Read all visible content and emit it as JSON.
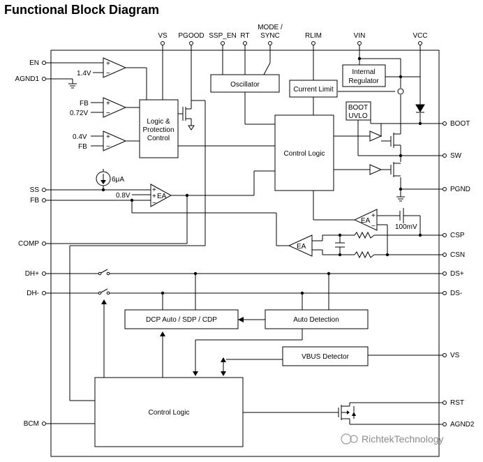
{
  "title": "Functional Block Diagram",
  "watermark": "RichtekTechnology",
  "top_pins": {
    "vs": "VS",
    "pgood": "PGOOD",
    "ssp_en": "SSP_EN",
    "rt": "RT",
    "mode": "MODE /",
    "sync": "SYNC",
    "rlim": "RLIM",
    "vin": "VIN",
    "vcc": "VCC"
  },
  "left_pins": {
    "en": "EN",
    "agnd1": "AGND1",
    "ss": "SS",
    "fb": "FB",
    "comp": "COMP",
    "dh_plus": "DH+",
    "dh_minus": "DH-",
    "bcm": "BCM"
  },
  "right_pins": {
    "boot": "BOOT",
    "sw": "SW",
    "pgnd": "PGND",
    "csp": "CSP",
    "csn": "CSN",
    "ds_plus": "DS+",
    "ds_minus": "DS-",
    "vs": "VS",
    "rst": "RST",
    "agnd2": "AGND2"
  },
  "blocks": {
    "logic_line1": "Logic &",
    "logic_line2": "Protection",
    "logic_line3": "Control",
    "oscillator": "Oscillator",
    "current_limit": "Current Limit",
    "internal_reg_line1": "Internal",
    "internal_reg_line2": "Regulator",
    "boot_uvlo_line1": "BOOT",
    "boot_uvlo_line2": "UVLO",
    "control_logic_top": "Control Logic",
    "dcp": "DCP Auto / SDP / CDP",
    "auto_detection": "Auto Detection",
    "vbus_detector": "VBUS Detector",
    "control_logic_bottom": "Control Logic"
  },
  "labels": {
    "v14": "1.4V",
    "fb_a": "FB",
    "v072": "0.72V",
    "v04": "0.4V",
    "fb_b": "FB",
    "i6ua": "6μA",
    "v08": "0.8V",
    "ea1": "EA",
    "ea2": "EA",
    "ea3": "EA",
    "mv100": "100mV",
    "plus": "+",
    "minus": "−"
  }
}
